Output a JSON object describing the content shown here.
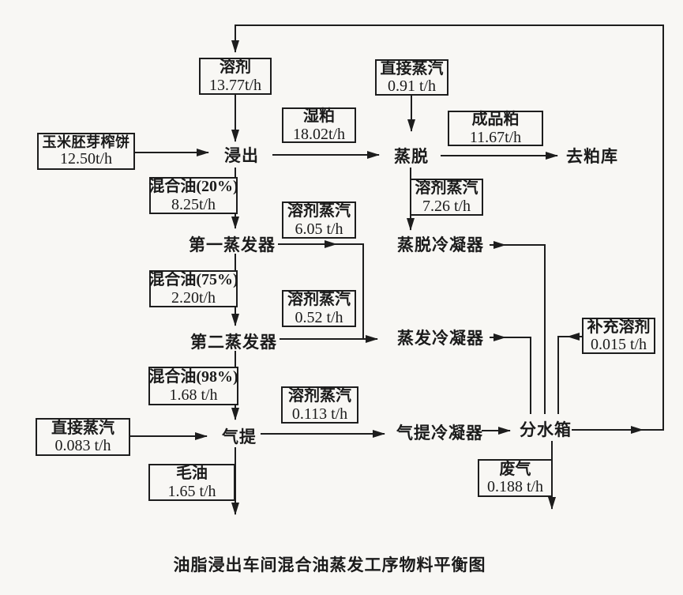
{
  "title": "油脂浸出车间混合油蒸发工序物料平衡图",
  "colors": {
    "ink": "#1d1d1d",
    "paper": "#f8f7f4"
  },
  "nodes": {
    "extraction": "浸出",
    "desolventizer": "蒸脱",
    "meal_storage": "去粕库",
    "evaporator1": "第一蒸发器",
    "evaporator2": "第二蒸发器",
    "dt_condenser": "蒸脱冷凝器",
    "evap_condenser": "蒸发冷凝器",
    "stripper": "气提",
    "strip_condenser": "气提冷凝器",
    "water_separator": "分水箱"
  },
  "streams": {
    "solvent": {
      "name": "溶剂",
      "value": "13.77t/h"
    },
    "direct_steam_dt": {
      "name": "直接蒸汽",
      "value": "0.91 t/h"
    },
    "corn_cake": {
      "name": "玉米胚芽榨饼",
      "value": "12.50t/h"
    },
    "wet_meal": {
      "name": "湿粕",
      "value": "18.02t/h"
    },
    "finished_meal": {
      "name": "成品粕",
      "value": "11.67t/h"
    },
    "mixed_oil_20": {
      "name": "混合油(20%)",
      "value": "8.25t/h"
    },
    "solvent_vapor_evap1": {
      "name": "溶剂蒸汽",
      "value": "6.05 t/h"
    },
    "solvent_vapor_dt": {
      "name": "溶剂蒸汽",
      "value": "7.26 t/h"
    },
    "mixed_oil_75": {
      "name": "混合油(75%)",
      "value": "2.20t/h"
    },
    "solvent_vapor_evap2": {
      "name": "溶剂蒸汽",
      "value": "0.52 t/h"
    },
    "makeup_solvent": {
      "name": "补充溶剂",
      "value": "0.015 t/h"
    },
    "mixed_oil_98": {
      "name": "混合油(98%)",
      "value": "1.68 t/h"
    },
    "solvent_vapor_strip": {
      "name": "溶剂蒸汽",
      "value": "0.113 t/h"
    },
    "direct_steam_strip": {
      "name": "直接蒸汽",
      "value": "0.083 t/h"
    },
    "crude_oil": {
      "name": "毛油",
      "value": "1.65 t/h"
    },
    "waste_gas": {
      "name": "废气",
      "value": "0.188 t/h"
    }
  }
}
